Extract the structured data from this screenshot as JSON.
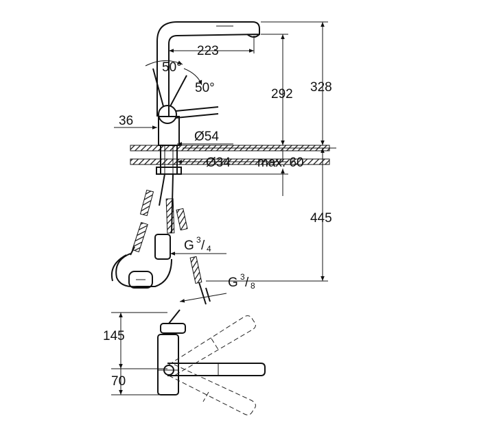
{
  "dimensions": {
    "spout_reach": "223",
    "spout_height": "292",
    "total_height": "328",
    "rotation_left": "50°",
    "rotation_right": "50°",
    "lever_offset": "36",
    "base_diameter": "Ø54",
    "hole_diameter": "Ø34",
    "max_thickness": "max. 60",
    "hose_length": "445",
    "thread_a_base": "G",
    "thread_a_num": "3",
    "thread_a_den": "4",
    "thread_b_base": "G",
    "thread_b_num": "3",
    "thread_b_den": "8",
    "top_view_depth": "145",
    "top_view_offset": "70"
  },
  "colors": {
    "line": "#111111",
    "background": "#ffffff"
  }
}
